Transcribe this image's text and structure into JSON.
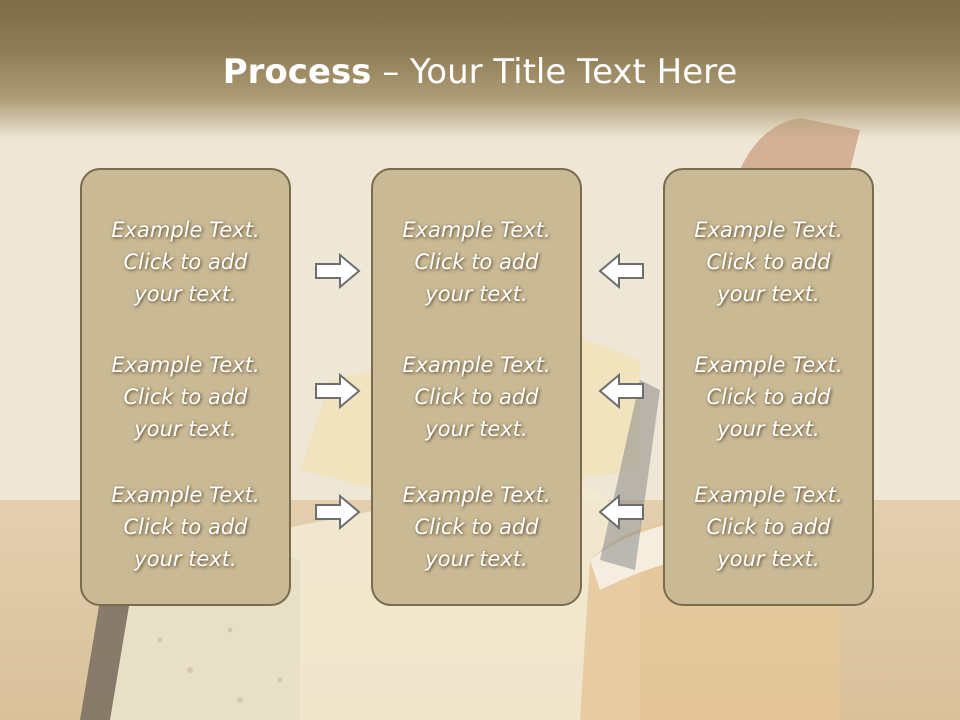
{
  "title": {
    "bold": "Process",
    "rest": " – Your Title Text Here"
  },
  "panels": [
    {
      "blocks": [
        [
          "Example Text.",
          "Click  to add",
          "your text."
        ],
        [
          "Example Text.",
          "Click  to add",
          "your text."
        ],
        [
          "Example Text.",
          "Click  to add",
          "your text."
        ]
      ]
    },
    {
      "blocks": [
        [
          "Example Text.",
          "Click  to add",
          "your text."
        ],
        [
          "Example Text.",
          "Click  to add",
          "your text."
        ],
        [
          "Example Text.",
          "Click  to add",
          "your text."
        ]
      ]
    },
    {
      "blocks": [
        [
          "Example Text.",
          "Click  to add",
          "your text."
        ],
        [
          "Example Text.",
          "Click  to add",
          "your text."
        ],
        [
          "Example Text.",
          "Click  to add",
          "your text."
        ]
      ]
    }
  ],
  "arrows": {
    "left_column": "arrow-right-icon",
    "right_column": "arrow-left-icon"
  },
  "colors": {
    "panel_fill": "#c9b994",
    "panel_border": "#7a6b4c",
    "title_band": "#7d6c47",
    "arrow_stroke": "#6e6e6e"
  }
}
